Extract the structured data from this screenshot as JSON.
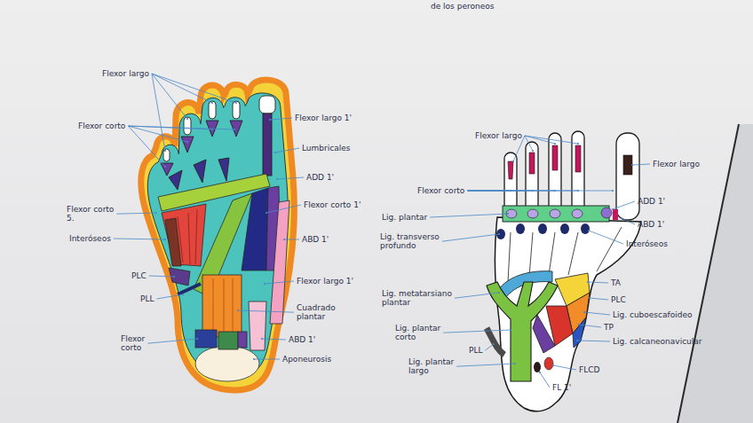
{
  "diagram": {
    "labels": [
      "de los peroneos",
      "Flexor largo",
      "Flexor corto",
      "Flexor largo 1'",
      "Lumbricales",
      "ADD 1'",
      "Flexor corto 5.",
      "Flexor corto 1'",
      "Interóseos",
      "ABD 1'",
      "PLC",
      "PLL",
      "Flexor largo 1'",
      "Cuadrado plantar",
      "Flexor corto",
      "ABD 1'",
      "Aponeurosis",
      "Flexor largo",
      "Flexor largo",
      "Flexor corto",
      "ADD 1'",
      "Lig. plantar",
      "ABD 1'",
      "Lig. transverso profundo",
      "Interóseos",
      "Lig. metatarsiano plantar",
      "TA",
      "PLC",
      "Lig. cuboescafoideo",
      "TP",
      "Lig. plantar corto",
      "Lig. calcaneonavicular",
      "PLL",
      "Lig. plantar largo",
      "FLCD",
      "FL 1'"
    ]
  }
}
